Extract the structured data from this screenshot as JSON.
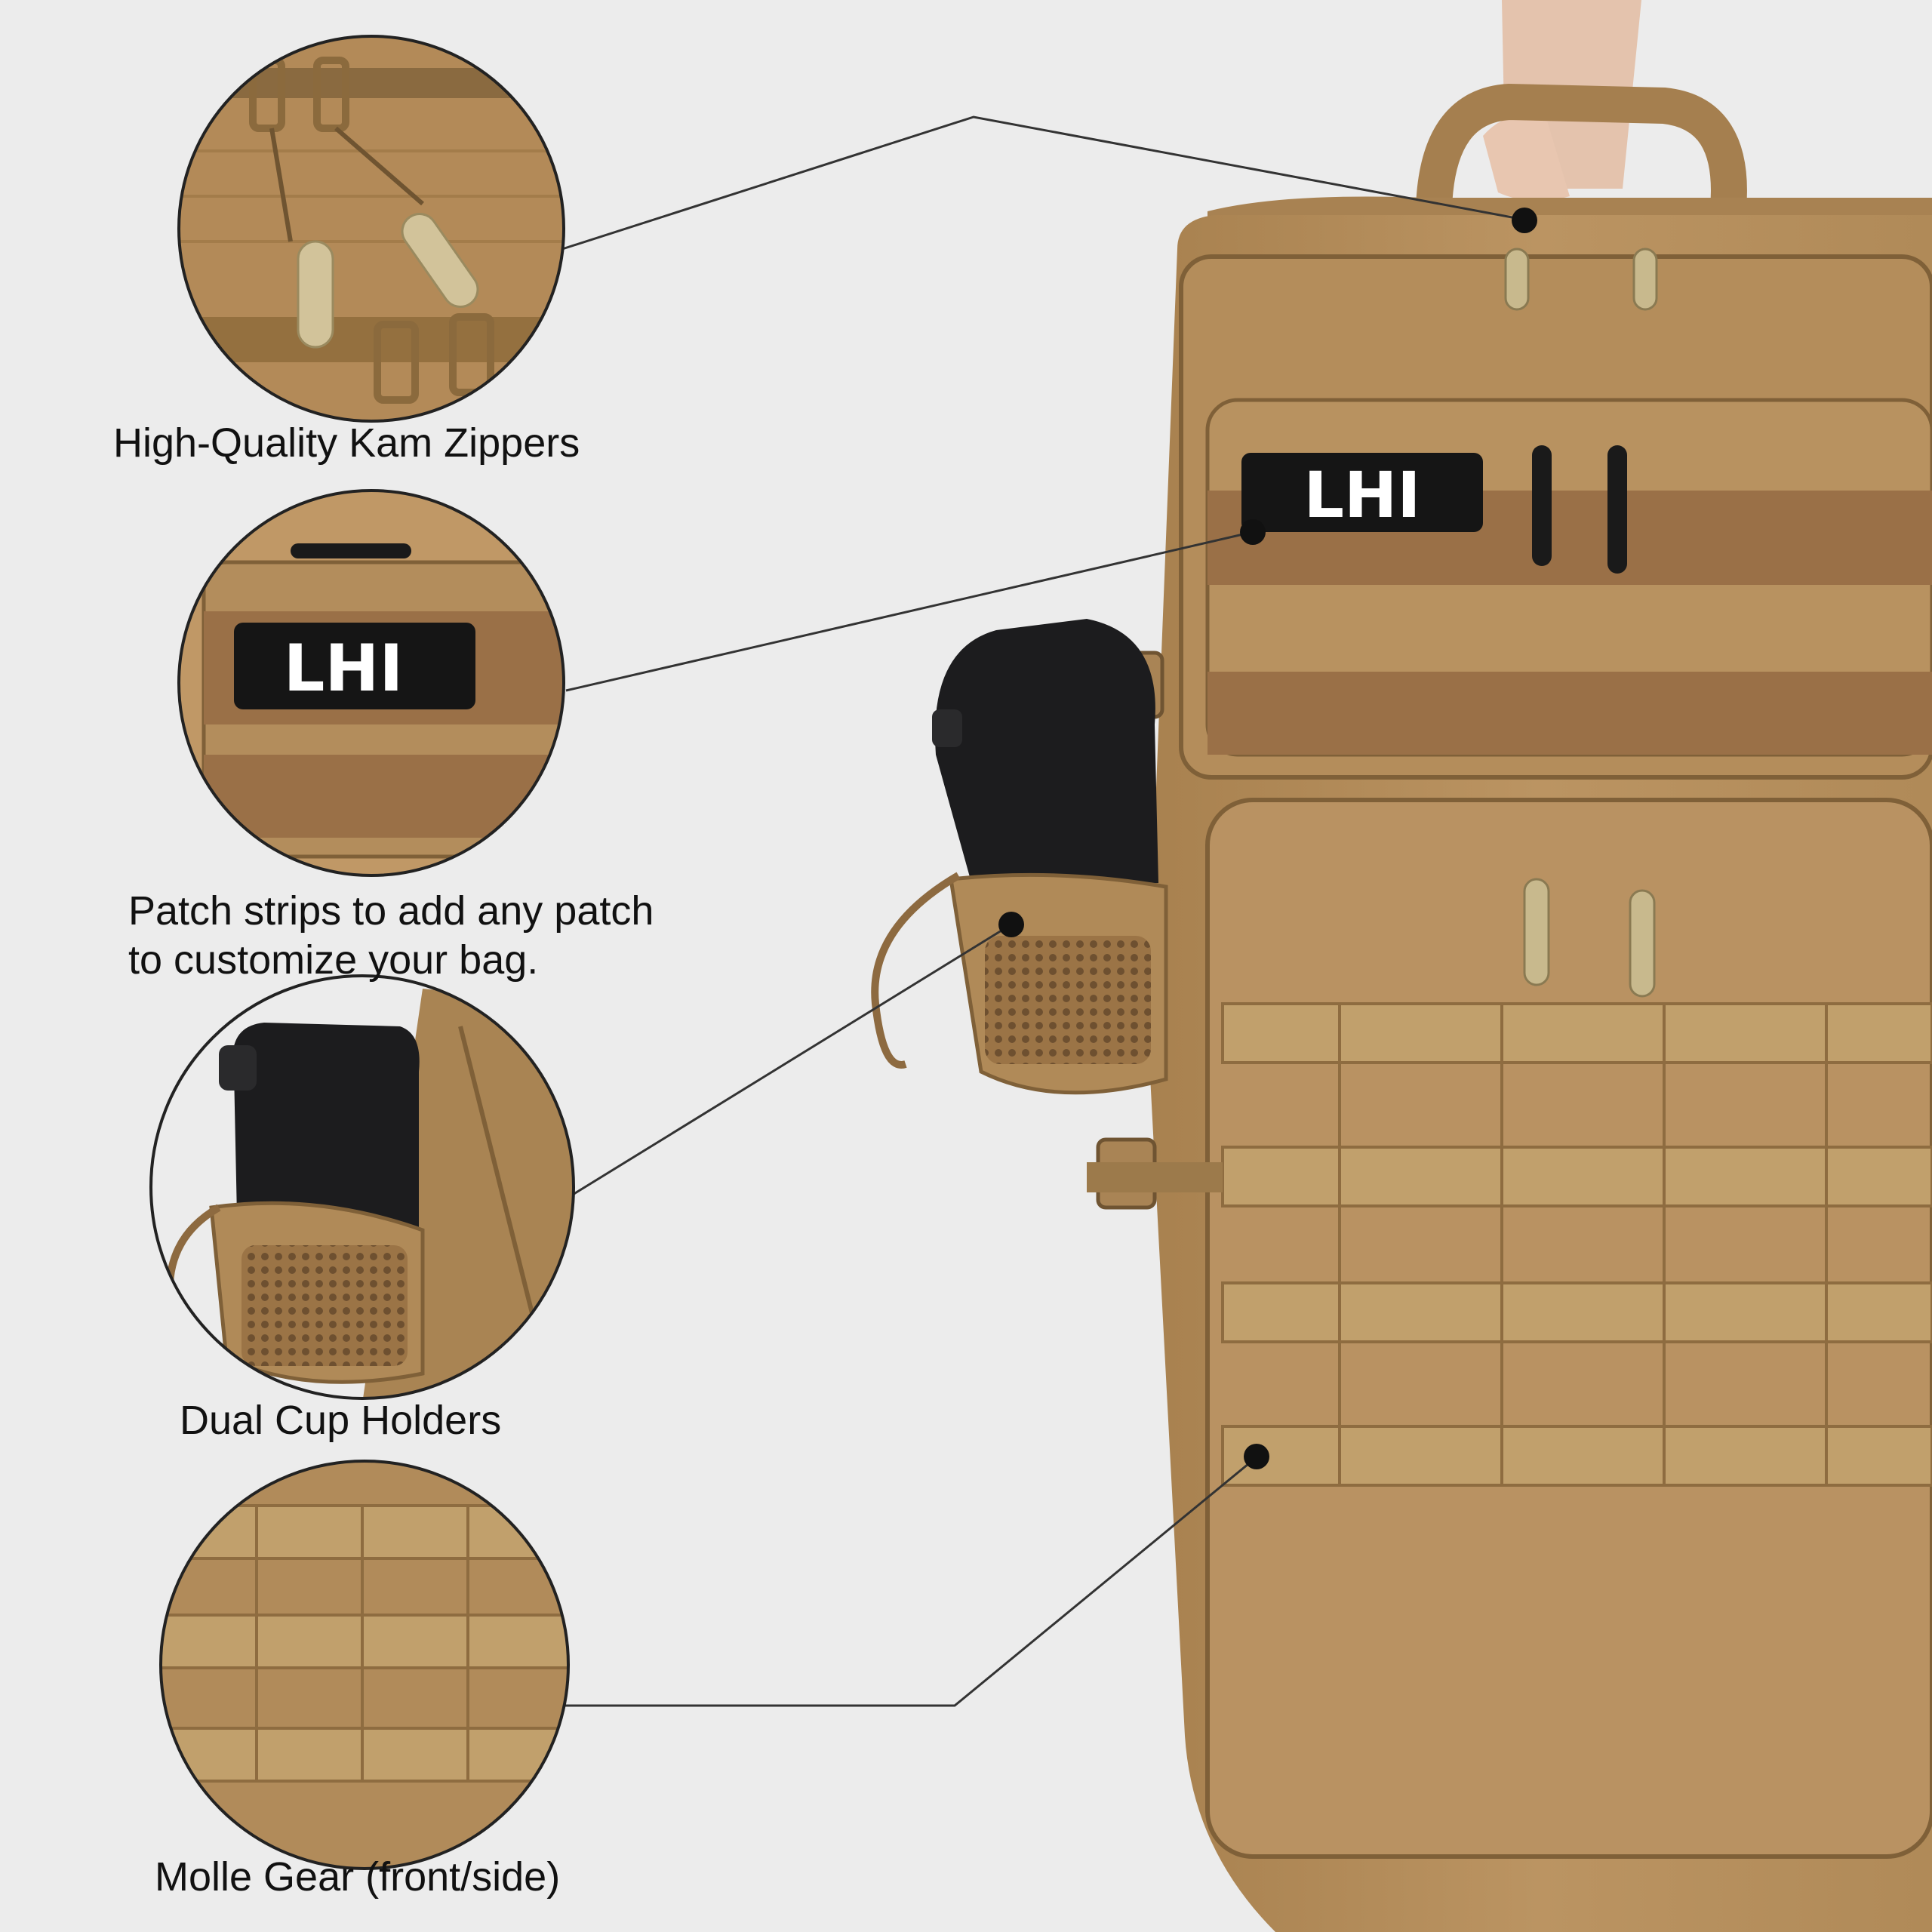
{
  "features": [
    {
      "label": "High-Quality Kam Zippers",
      "icon": "zipper-detail-icon"
    },
    {
      "label": "Patch strips to add any patch\nto customize your bag.",
      "icon": "patch-detail-icon"
    },
    {
      "label": "Dual Cup Holders",
      "icon": "cup-holder-detail-icon"
    },
    {
      "label": "Molle Gear (front/side)",
      "icon": "molle-detail-icon"
    }
  ],
  "patch": {
    "brand": "LHI"
  },
  "colors": {
    "background": "#ececec",
    "coyote_tan": "#b89160",
    "coyote_dark": "#8d6a40",
    "velcro": "#9a7047",
    "bottle": "#1c1c1e",
    "zipper_pull": "#c8b98d",
    "leader_line": "#333333"
  }
}
